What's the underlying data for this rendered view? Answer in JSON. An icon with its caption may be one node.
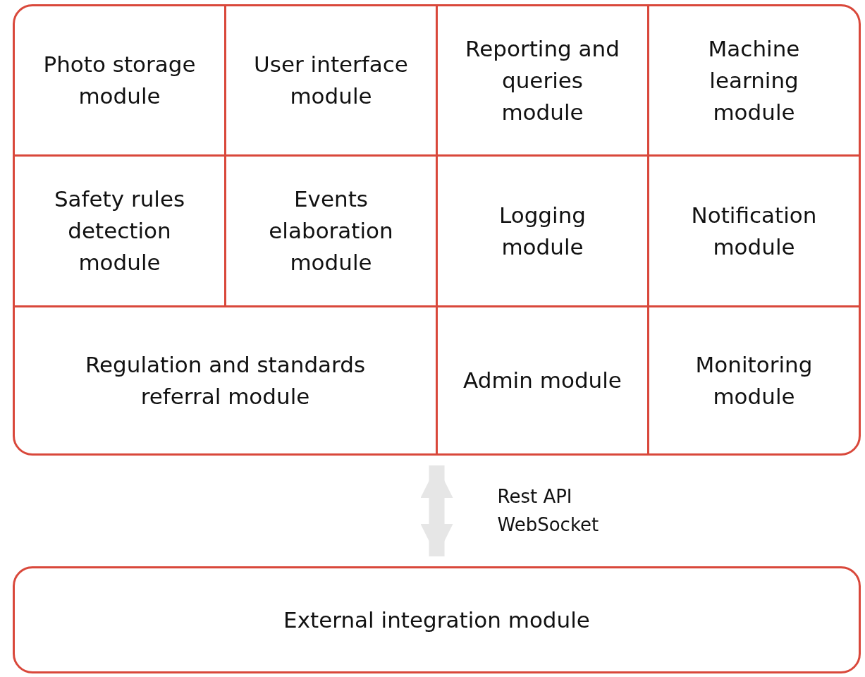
{
  "diagram": {
    "nodes": [
      {
        "text": [],
        "shape": "box"
      },
      {
        "text": [
          "Photo storage module"
        ],
        "in": 0
      },
      {
        "text": [
          "User interface module"
        ],
        "in": 0
      },
      {
        "text": [
          "Reporting and queries module"
        ],
        "in": 0
      },
      {
        "text": [
          "Machine learning module"
        ],
        "in": 0
      },
      {
        "text": [
          "Safety rules detection module"
        ],
        "in": 0
      },
      {
        "text": [
          "Events elaboration module"
        ],
        "in": 0
      },
      {
        "text": [
          "Logging module"
        ],
        "in": 0
      },
      {
        "text": [
          "Notification module"
        ],
        "in": 0
      },
      {
        "text": [
          "Regulation and standards referral module"
        ],
        "in": 0
      },
      {
        "text": [
          "Admin module"
        ],
        "in": 0
      },
      {
        "text": [
          "Monitoring module"
        ],
        "in": 0
      },
      {
        "text": [
          "External integration module"
        ]
      }
    ],
    "edges": [
      {
        "from": 0,
        "to": 12,
        "arrow": "both",
        "label": "Rest API WebSocket",
        "color": "#e6e6e6"
      }
    ]
  }
}
